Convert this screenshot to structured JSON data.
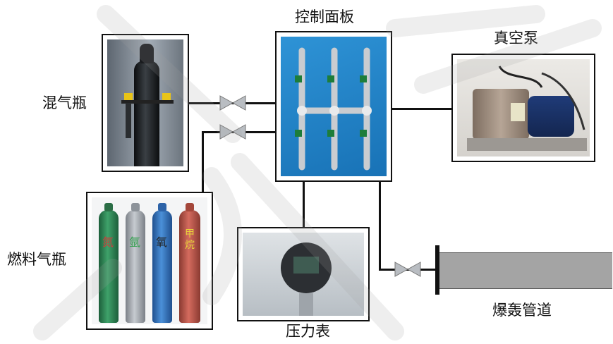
{
  "labels": {
    "mixed_bottle": "混气瓶",
    "fuel_bottles": "燃料气瓶",
    "control_panel": "控制面板",
    "vacuum_pump": "真空泵",
    "pressure_gauge": "压力表",
    "detonation_tube": "爆轰管道"
  },
  "cylinders": [
    {
      "label": "氮",
      "color": "#2e8b57",
      "text_color": "#d23a3a"
    },
    {
      "label": "氩",
      "color": "#a9aeb4",
      "text_color": "#2e9e4a"
    },
    {
      "label": "氧",
      "color": "#2f78c6",
      "text_color": "#222222"
    },
    {
      "label": "甲\n烷",
      "color": "#c2574a",
      "text_color": "#e8d23a"
    }
  ],
  "colors": {
    "panel_blue": "#1f82c8",
    "mixed_bottle_body": "#1e2124",
    "valve_gray": "#b9bdc2",
    "tube_gray": "#a4a4a4",
    "line": "#111111"
  }
}
